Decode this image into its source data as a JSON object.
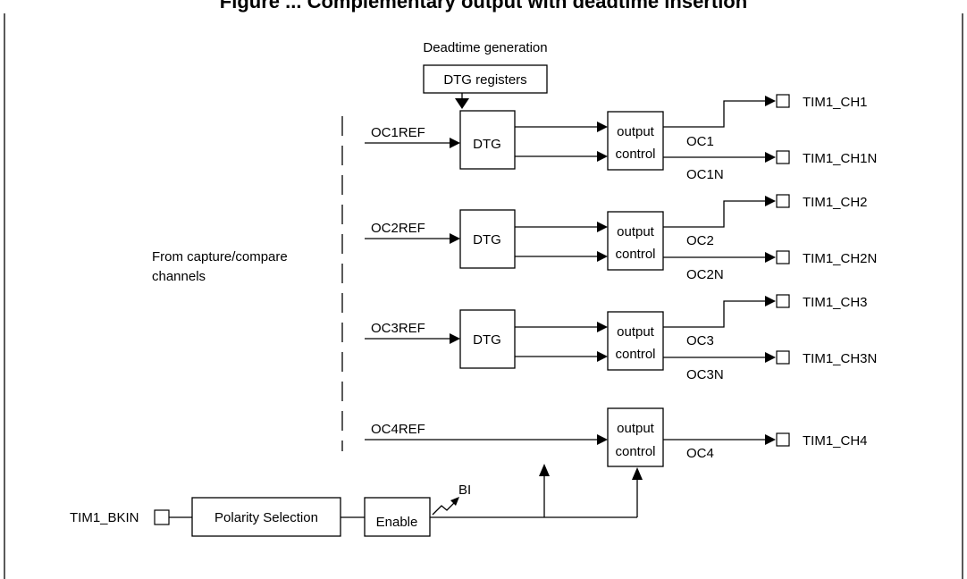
{
  "figure": {
    "title": "Figure ... Complementary output with deadtime insertion"
  },
  "labels": {
    "deadtime_generation": "Deadtime generation",
    "dtg_registers": "DTG registers",
    "from_channels_line1": "From capture/compare",
    "from_channels_line2": "channels",
    "dtg": "DTG",
    "output": "output",
    "control": "control",
    "bi": "BI",
    "polarity_selection": "Polarity Selection",
    "enable": "Enable",
    "tim1_bkin": "TIM1_BKIN"
  },
  "channels": [
    {
      "ref": "OC1REF",
      "out": "OC1",
      "outn": "OC1N",
      "pin": "TIM1_CH1",
      "pinn": "TIM1_CH1N"
    },
    {
      "ref": "OC2REF",
      "out": "OC2",
      "outn": "OC2N",
      "pin": "TIM1_CH2",
      "pinn": "TIM1_CH2N"
    },
    {
      "ref": "OC3REF",
      "out": "OC3",
      "outn": "OC3N",
      "pin": "TIM1_CH3",
      "pinn": "TIM1_CH3N"
    },
    {
      "ref": "OC4REF",
      "out": "OC4",
      "pin": "TIM1_CH4"
    }
  ]
}
